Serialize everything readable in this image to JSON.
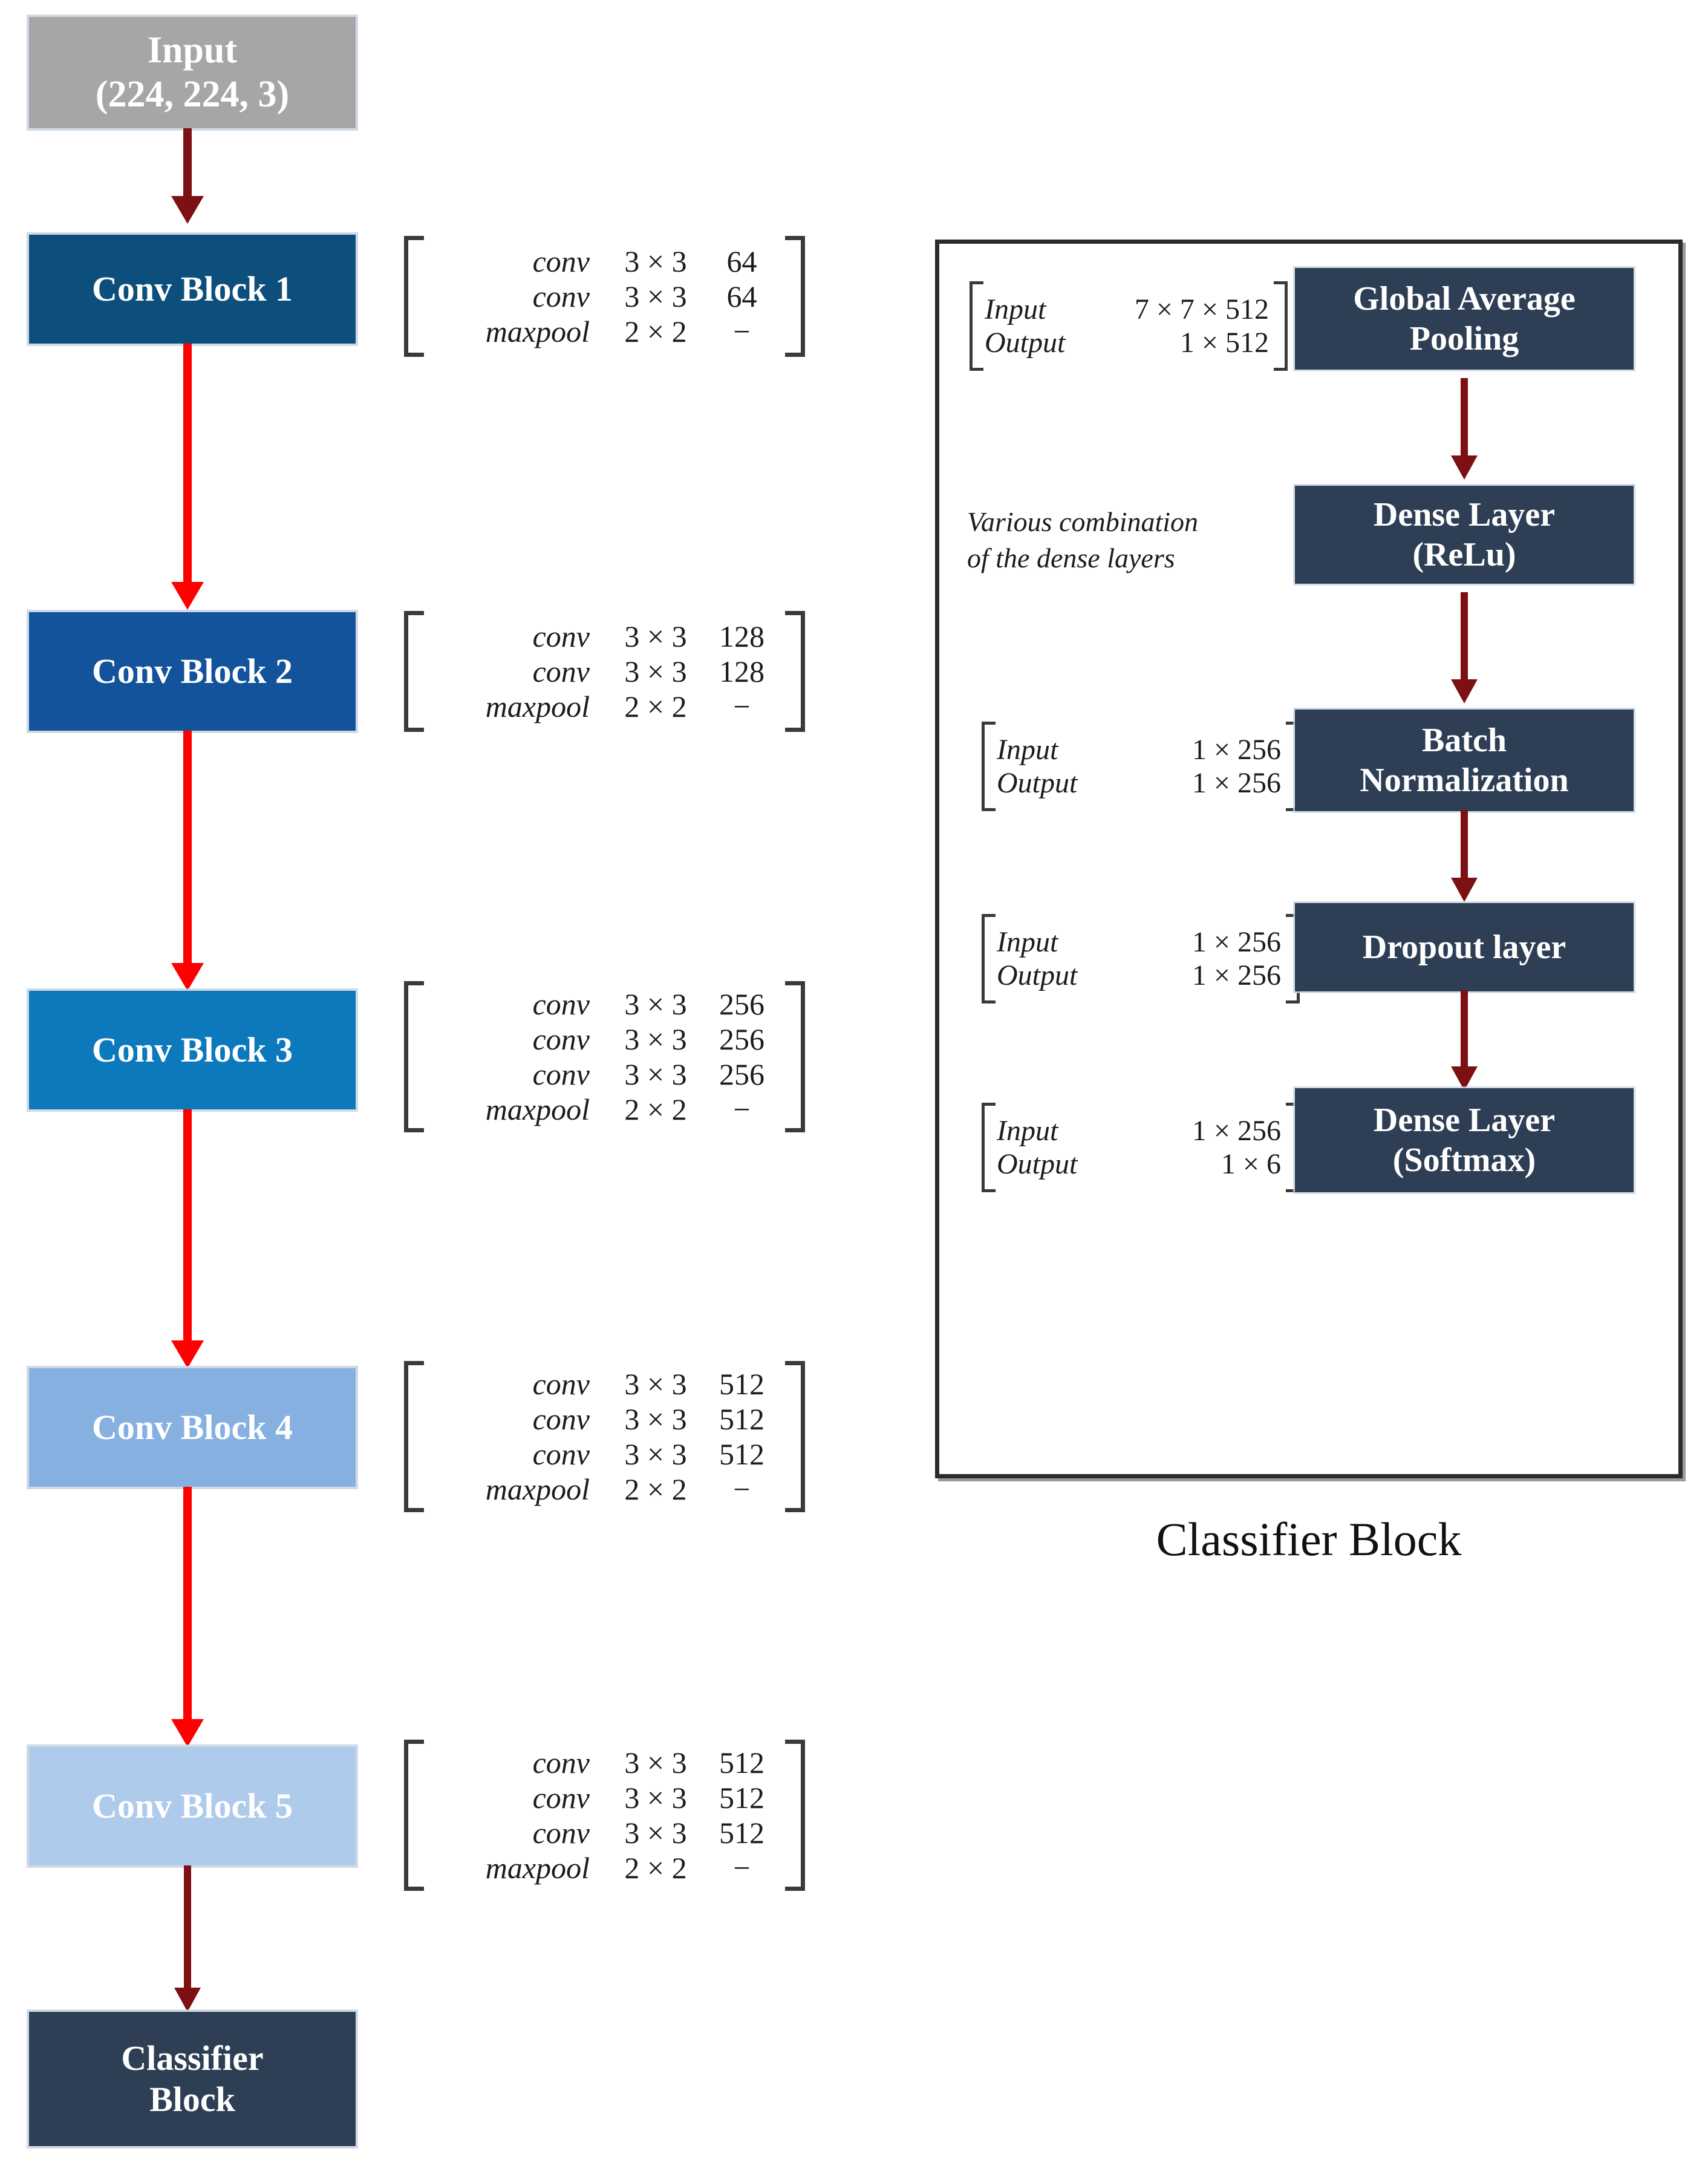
{
  "colors": {
    "input_block": "#a6a6a6",
    "conv1": "#0d4f7c",
    "conv2": "#12539b",
    "conv3": "#0d79bd",
    "conv4": "#86b0e0",
    "conv5": "#aecbeb",
    "classifier_block": "#2e3f55",
    "arrow_dark": "#7d1013",
    "arrow_red": "#fe0000",
    "panel_border": "#2b2b2b",
    "text_light": "#ffffff",
    "text_dark": "#1c1c1c"
  },
  "backbone": {
    "input": {
      "line1": "Input",
      "line2": "(224, 224, 3)"
    },
    "blocks": [
      {
        "label": "Conv Block 1",
        "matrix": [
          {
            "op": "conv",
            "kernel": "3 × 3",
            "filters": "64"
          },
          {
            "op": "conv",
            "kernel": "3 × 3",
            "filters": "64"
          },
          {
            "op": "maxpool",
            "kernel": "2 × 2",
            "filters": "−"
          }
        ]
      },
      {
        "label": "Conv Block 2",
        "matrix": [
          {
            "op": "conv",
            "kernel": "3 × 3",
            "filters": "128"
          },
          {
            "op": "conv",
            "kernel": "3 × 3",
            "filters": "128"
          },
          {
            "op": "maxpool",
            "kernel": "2 × 2",
            "filters": "−"
          }
        ]
      },
      {
        "label": "Conv Block 3",
        "matrix": [
          {
            "op": "conv",
            "kernel": "3 × 3",
            "filters": "256"
          },
          {
            "op": "conv",
            "kernel": "3 × 3",
            "filters": "256"
          },
          {
            "op": "conv",
            "kernel": "3 × 3",
            "filters": "256"
          },
          {
            "op": "maxpool",
            "kernel": "2 × 2",
            "filters": "−"
          }
        ]
      },
      {
        "label": "Conv Block 4",
        "matrix": [
          {
            "op": "conv",
            "kernel": "3 × 3",
            "filters": "512"
          },
          {
            "op": "conv",
            "kernel": "3 × 3",
            "filters": "512"
          },
          {
            "op": "conv",
            "kernel": "3 × 3",
            "filters": "512"
          },
          {
            "op": "maxpool",
            "kernel": "2 × 2",
            "filters": "−"
          }
        ]
      },
      {
        "label": "Conv Block 5",
        "matrix": [
          {
            "op": "conv",
            "kernel": "3 × 3",
            "filters": "512"
          },
          {
            "op": "conv",
            "kernel": "3 × 3",
            "filters": "512"
          },
          {
            "op": "conv",
            "kernel": "3 × 3",
            "filters": "512"
          },
          {
            "op": "maxpool",
            "kernel": "2 × 2",
            "filters": "−"
          }
        ]
      }
    ],
    "tail": {
      "line1": "Classifier",
      "line2": "Block"
    }
  },
  "classifier": {
    "caption": "Classifier Block",
    "note": {
      "line1": "Various combination",
      "line2": "of the dense layers"
    },
    "layers": [
      {
        "line1": "Global Average",
        "line2": "Pooling",
        "io": {
          "in_label": "Input",
          "in_value": "7 × 7 × 512",
          "out_label": "Output",
          "out_value": "1 × 512"
        }
      },
      {
        "line1": "Dense Layer",
        "line2": "(ReLu)",
        "io": null
      },
      {
        "line1": "Batch",
        "line2": "Normalization",
        "io": {
          "in_label": "Input",
          "in_value": "1 × 256",
          "out_label": "Output",
          "out_value": "1 × 256"
        }
      },
      {
        "line1": "Dropout layer",
        "line2": "",
        "io": {
          "in_label": "Input",
          "in_value": "1 × 256",
          "out_label": "Output",
          "out_value": "1 × 256"
        }
      },
      {
        "line1": "Dense Layer",
        "line2": "(Softmax)",
        "io": {
          "in_label": "Input",
          "in_value": "1 × 256",
          "out_label": "Output",
          "out_value": "1 × 6"
        }
      }
    ]
  }
}
